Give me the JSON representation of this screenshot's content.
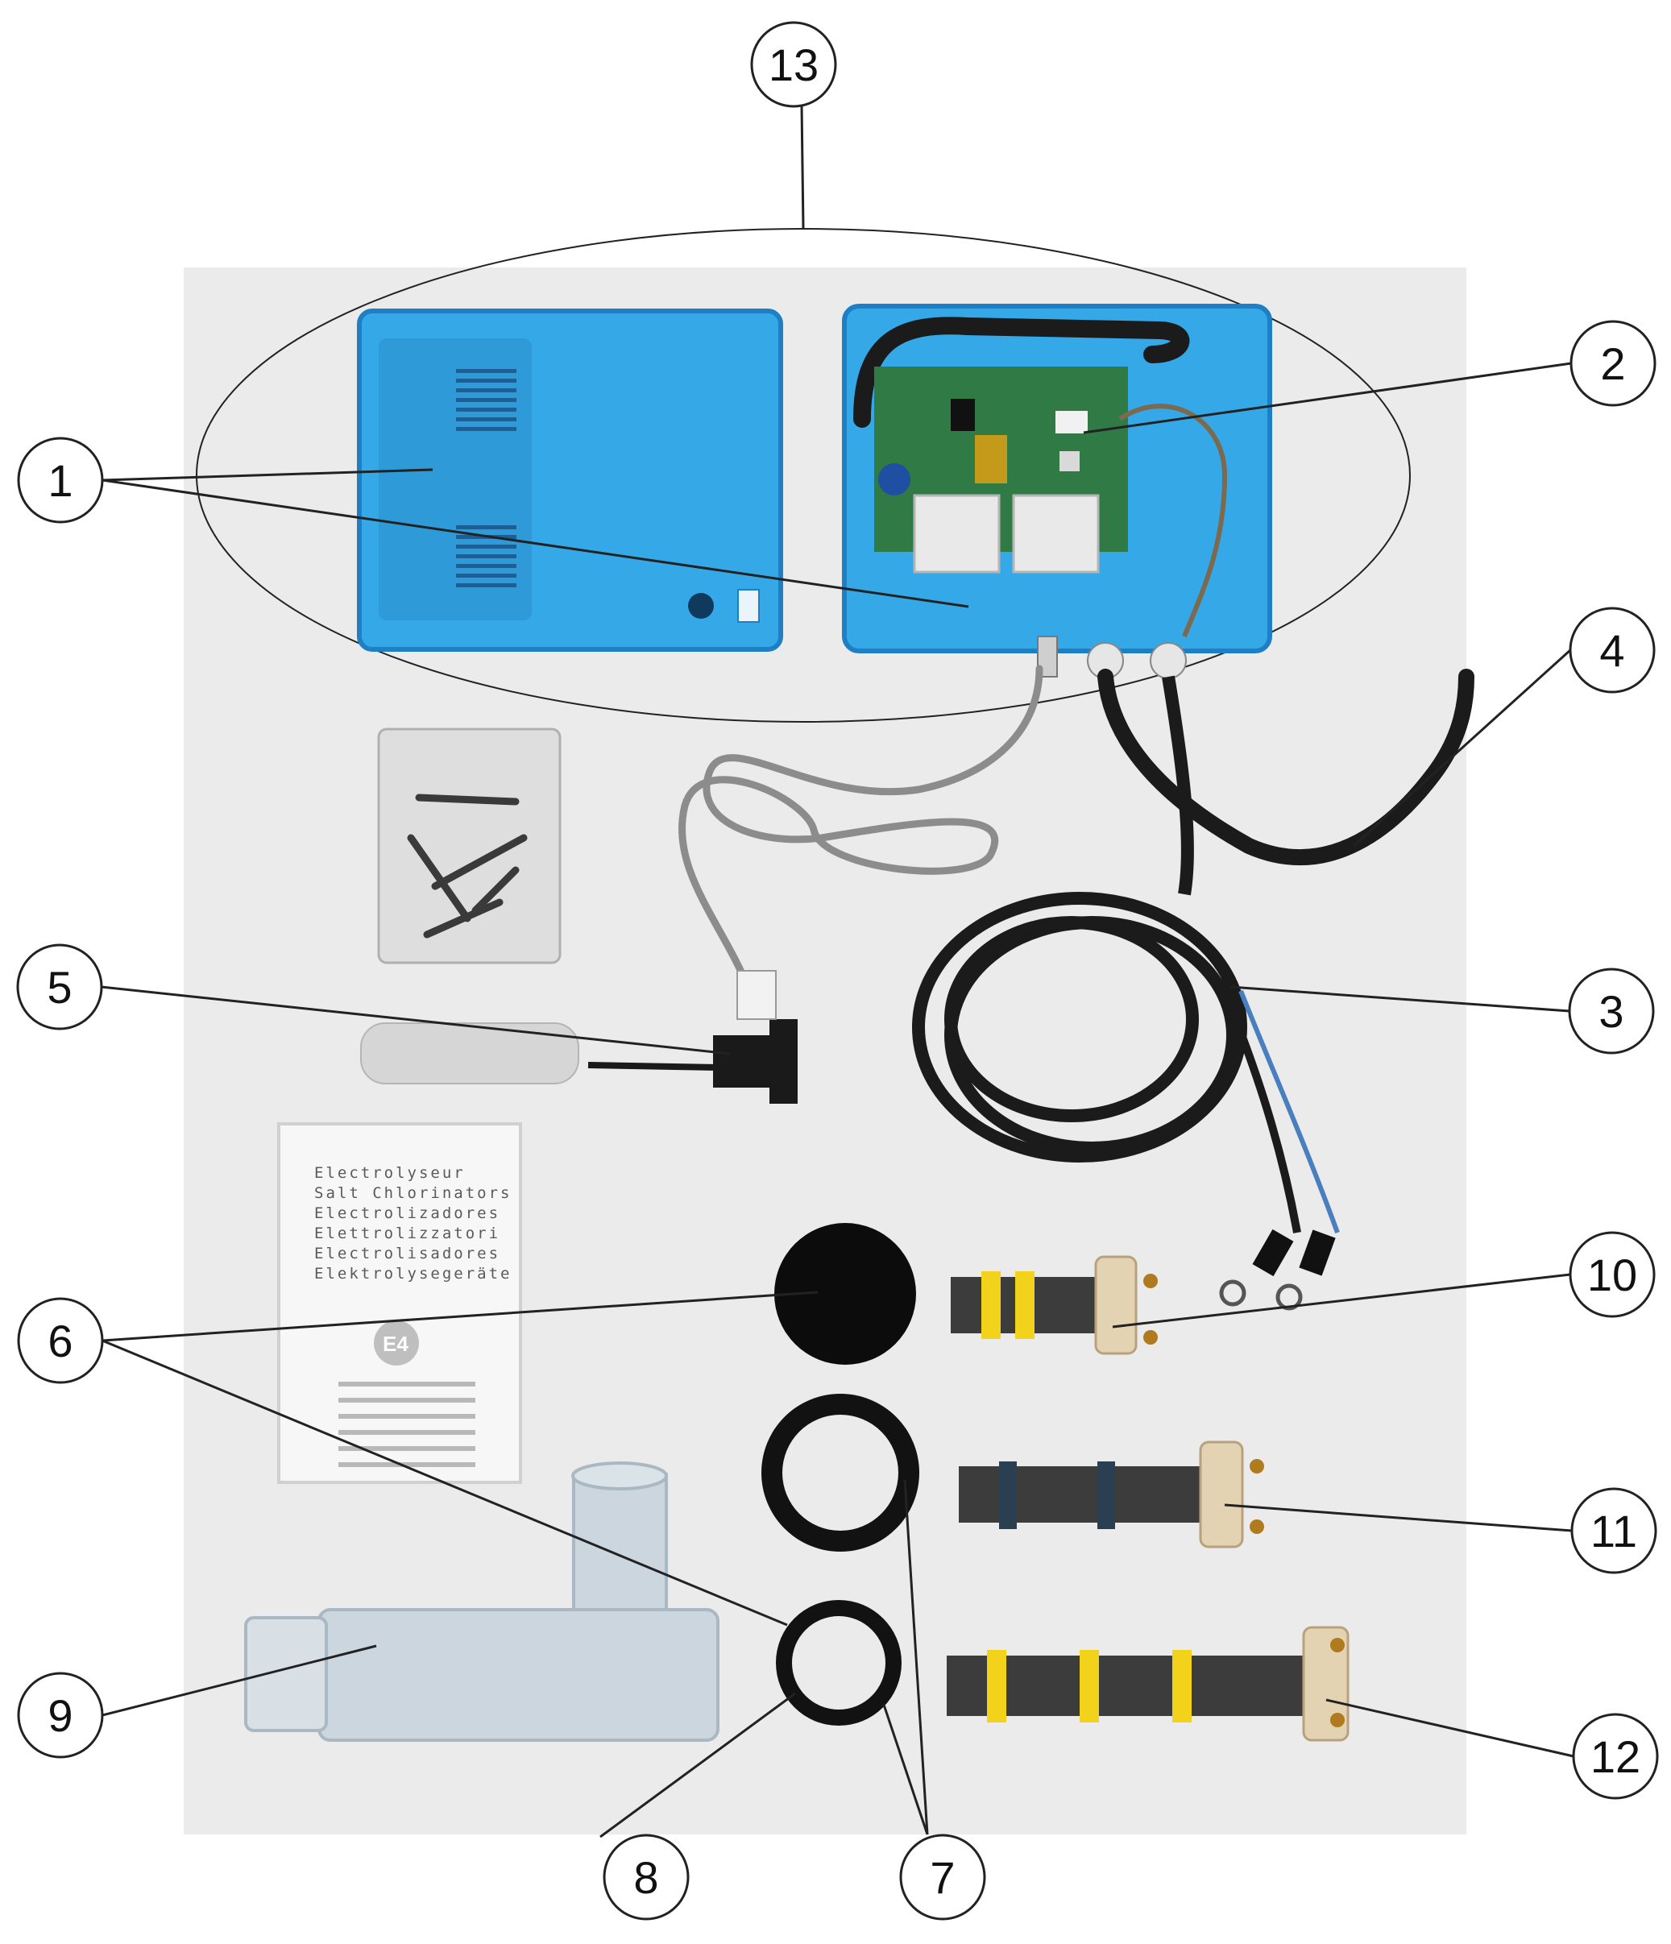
{
  "callouts": [
    {
      "id": "1",
      "label": "1"
    },
    {
      "id": "2",
      "label": "2"
    },
    {
      "id": "3",
      "label": "3"
    },
    {
      "id": "4",
      "label": "4"
    },
    {
      "id": "5",
      "label": "5"
    },
    {
      "id": "6",
      "label": "6"
    },
    {
      "id": "7",
      "label": "7"
    },
    {
      "id": "8",
      "label": "8"
    },
    {
      "id": "9",
      "label": "9"
    },
    {
      "id": "10",
      "label": "10"
    },
    {
      "id": "11",
      "label": "11"
    },
    {
      "id": "12",
      "label": "12"
    },
    {
      "id": "13",
      "label": "13"
    }
  ],
  "manual": {
    "lines": [
      "Electrolyseur",
      "Salt Chlorinators",
      "Electrolizadores",
      "Elettrolizzatori",
      "Electrolisadores",
      "Elektrolysegeräte"
    ],
    "logo": "E4"
  },
  "colors": {
    "housing_blue": "#35a8e8",
    "housing_blue_dark": "#1f7fc4",
    "pcb_green": "#2f7a45",
    "background_board": "#ebebeb",
    "cable_black": "#1b1b1b",
    "cable_grey": "#8c8c8c",
    "electrode_yellow": "#f2d21b",
    "electrode_tan": "#e3d3b2"
  }
}
